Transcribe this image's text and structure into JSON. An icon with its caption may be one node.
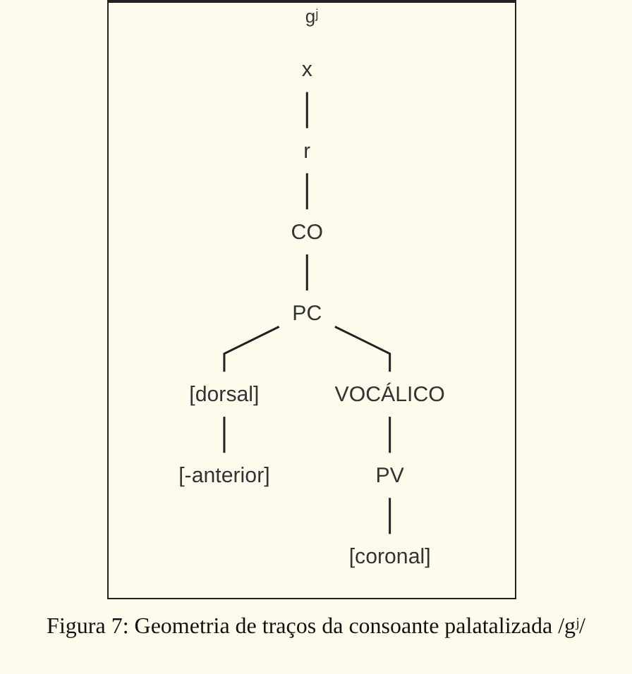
{
  "diagram": {
    "caption": "Figura 7: Geometria de traços da consoante palatalizada /gʲ/",
    "nodes": [
      {
        "text": [
          "x"
        ]
      },
      {
        "text": [
          "r"
        ]
      },
      {
        "text": [
          "CO"
        ]
      },
      {
        "text": [
          "PC"
        ]
      },
      {
        "text": [
          "[dorsal]"
        ]
      },
      {
        "text": [
          "[-anterior]"
        ]
      },
      {
        "text": [
          "VOCÁLICO"
        ]
      },
      {
        "text": [
          "PV"
        ]
      },
      {
        "text": [
          "[coronal]"
        ]
      }
    ],
    "edges": [
      {
        "from": 0,
        "to": 1,
        "arrow": "none"
      },
      {
        "from": 1,
        "to": 2,
        "arrow": "none"
      },
      {
        "from": 2,
        "to": 3,
        "arrow": "none"
      },
      {
        "from": 3,
        "to": 4,
        "arrow": "none"
      },
      {
        "from": 4,
        "to": 5,
        "arrow": "none"
      },
      {
        "from": 3,
        "to": 6,
        "arrow": "none"
      },
      {
        "from": 6,
        "to": 7,
        "arrow": "none"
      },
      {
        "from": 7,
        "to": 8,
        "arrow": "none"
      }
    ],
    "labels": [
      "gʲ"
    ]
  }
}
